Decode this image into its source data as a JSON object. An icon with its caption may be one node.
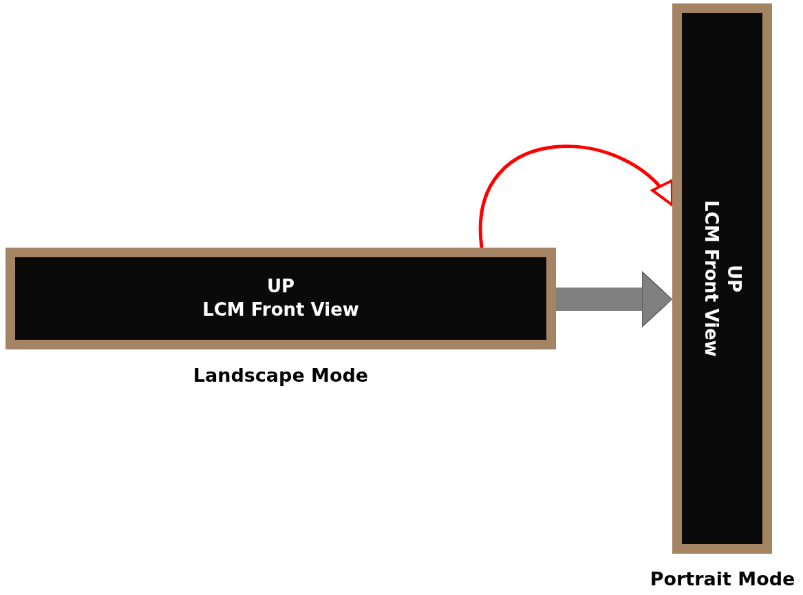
{
  "diagram": {
    "nodes": [
      {
        "text": [
          "UP",
          "LCM Front View"
        ],
        "beside": [
          "Landscape Mode"
        ]
      },
      {
        "text": [
          "UP",
          "LCM Front View"
        ],
        "beside": [
          "Portrait Mode"
        ]
      }
    ],
    "edges": [
      {
        "from": 0,
        "to": 1,
        "arrow": "to",
        "style": "thick"
      },
      {
        "from": 0,
        "to": 1,
        "arrow": "to",
        "color": "#ff0000"
      }
    ]
  }
}
